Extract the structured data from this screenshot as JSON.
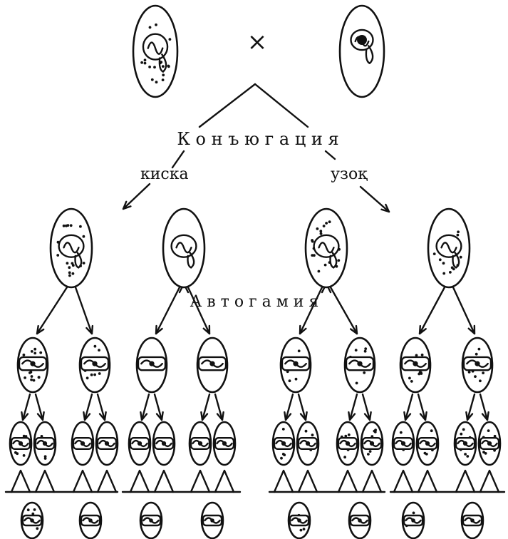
{
  "labels": {
    "cross": "×",
    "conjugation": "К о н ъ ю г а ц и я",
    "short": "киска",
    "long": "узоқ",
    "autogamy": "А   в   т   о   г   а   м   и   я"
  }
}
